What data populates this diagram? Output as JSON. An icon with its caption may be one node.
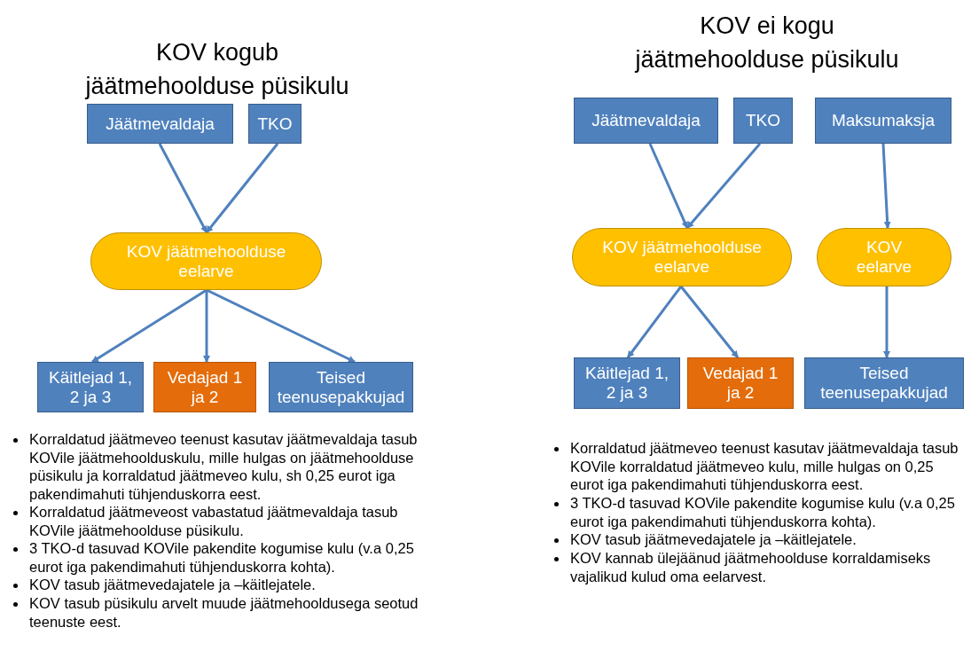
{
  "diagram": {
    "nodes": [
      {
        "text": [
          "Jäätmevaldaja"
        ]
      },
      {
        "text": [
          "TKO"
        ]
      },
      {
        "text": [
          "KOV jäätmehoolduse eelarve"
        ]
      },
      {
        "text": [
          "Käitlejad 1, 2 ja 3"
        ]
      },
      {
        "text": [
          "Vedajad 1 ja 2"
        ]
      },
      {
        "text": [
          "Teised teenusepakkujad"
        ]
      },
      {
        "text": [
          "Jäätmevaldaja"
        ]
      },
      {
        "text": [
          "TKO"
        ]
      },
      {
        "text": [
          "Maksumaksja"
        ]
      },
      {
        "text": [
          "KOV jäätmehoolduse eelarve"
        ]
      },
      {
        "text": [
          "KOV eelarve"
        ]
      },
      {
        "text": [
          "Käitlejad 1, 2 ja 3"
        ]
      },
      {
        "text": [
          "Vedajad 1 ja 2"
        ]
      },
      {
        "text": [
          "Teised teenusepakkujad"
        ]
      }
    ],
    "edges": [
      {
        "from": 0,
        "to": 2,
        "arrow": "to"
      },
      {
        "from": 1,
        "to": 2,
        "arrow": "to"
      },
      {
        "from": 2,
        "to": 3,
        "arrow": "to"
      },
      {
        "from": 2,
        "to": 4,
        "arrow": "to"
      },
      {
        "from": 2,
        "to": 5,
        "arrow": "to"
      },
      {
        "from": 6,
        "to": 9,
        "arrow": "to"
      },
      {
        "from": 7,
        "to": 9,
        "arrow": "to"
      },
      {
        "from": 8,
        "to": 10,
        "arrow": "to"
      },
      {
        "from": 9,
        "to": 11,
        "arrow": "to"
      },
      {
        "from": 9,
        "to": 12,
        "arrow": "to"
      },
      {
        "from": 10,
        "to": 13,
        "arrow": "to"
      }
    ],
    "labels": [
      "KOV kogub jäätmehoolduse püsikulu",
      "Korraldatud jäätmeveo teenust kasutav jäätmevaldaja tasub KOVile jäätmehoolduskulu, mille hulgas on jäätmehoolduse püsikulu ja korraldatud jäätmeveo kulu, sh 0,25 eurot iga pakendimahuti tühjenduskorra eest.",
      "Korraldatud jäätmeveost vabastatud jäätmevaldaja tasub KOVile jäätmehoolduse püsikulu.",
      "3 TKO-d tasuvad KOVile pakendite kogumise kulu (v.a 0,25 eurot iga pakendimahuti tühjenduskorra kohta).",
      "KOV tasub jäätmevedajatele ja –käitlejatele.",
      "KOV tasub püsikulu arvelt muude jäätmehooldusega seotud teenuste eest.",
      "KOV ei kogu jäätmehoolduse püsikulu",
      "Korraldatud jäätmeveo teenust kasutav jäätmevaldaja tasub KOVile korraldatud jäätmeveo kulu, mille hulgas on 0,25 eurot iga pakendimahuti tühjenduskorra eest.",
      "3 TKO-d tasuvad KOVile pakendite kogumise kulu (v.a 0,25 eurot iga pakendimahuti tühjenduskorra kohta).",
      "KOV tasub jäätmevedajatele ja –käitlejatele.",
      "KOV kannab ülejäänud jäätmehoolduse korraldamiseks vajalikud kulud oma eelarvest."
    ]
  }
}
